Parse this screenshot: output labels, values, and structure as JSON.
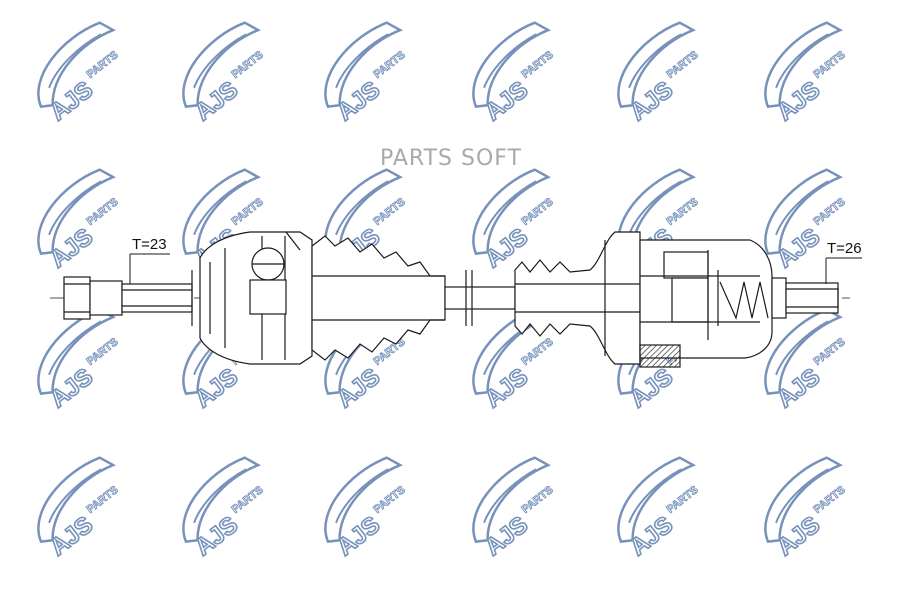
{
  "watermark": {
    "brand": "AJS",
    "suffix": "PARTS",
    "color": "#5f7fb0",
    "rows": 4,
    "cols": 6
  },
  "title": "PARTS SOFT",
  "labels": {
    "left_spline": "T=23",
    "right_spline": "T=26"
  },
  "colors": {
    "line": "#1a1a1a",
    "hatch": "#333333",
    "title": "#a9a9a9"
  }
}
